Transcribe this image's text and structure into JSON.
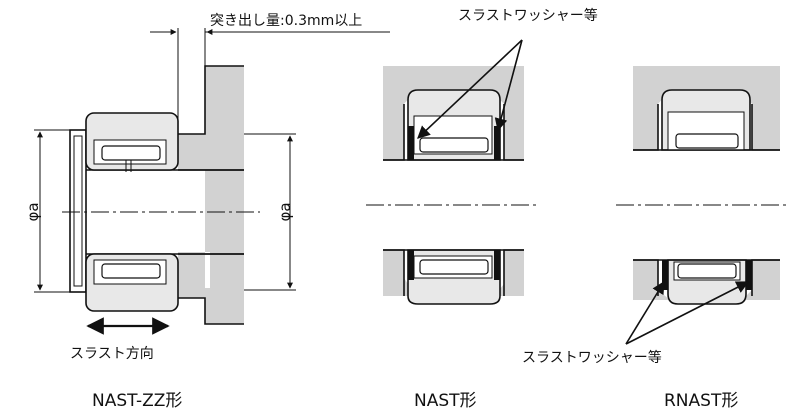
{
  "labels": {
    "protrusion_note": "突き出し量:0.3mm以上",
    "washer_top": "スラストワッシャー等",
    "washer_bottom": "スラストワッシャー等",
    "thrust_direction": "スラスト方向",
    "phi_a_left": "φa",
    "phi_a_right": "φa"
  },
  "captions": {
    "nast_zz": "NAST-ZZ形",
    "nast": "NAST形",
    "rnast": "RNAST形"
  },
  "colors": {
    "housing": "#d2d2d2",
    "line": "#111111",
    "washer": "#111111"
  }
}
